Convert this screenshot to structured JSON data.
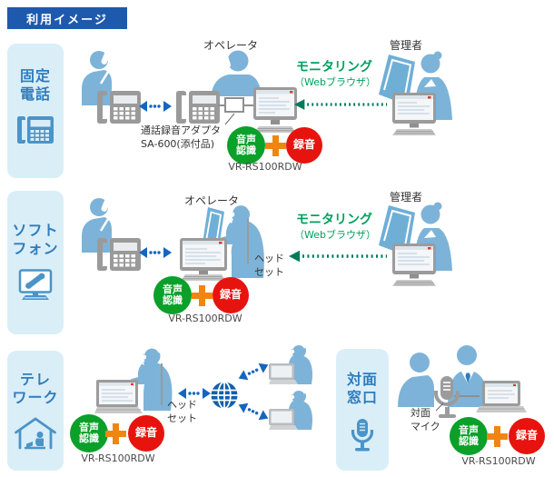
{
  "page": {
    "title_badge": "利用イメージ"
  },
  "categories": {
    "fixed_phone": {
      "line1": "固定",
      "line2": "電話",
      "icon": "desk-phone-icon"
    },
    "softphone": {
      "line1": "ソフト",
      "line2": "フォン",
      "icon": "softphone-monitor-icon"
    },
    "telework": {
      "line1": "テレ",
      "line2": "ワーク",
      "icon": "telework-house-icon"
    },
    "counter": {
      "line1": "対面",
      "line2": "窓口",
      "icon": "microphone-icon"
    }
  },
  "labels": {
    "operator": "オペレータ",
    "manager": "管理者",
    "monitoring": "モニタリング",
    "web_browser": "（Webブラウザ）",
    "adapter_line1": "通話録音アダプタ",
    "adapter_line2": "SA-600(添付品)",
    "headset_line1": "ヘッド",
    "headset_line2": "セット",
    "face_mic_line1": "対面",
    "face_mic_line2": "マイク",
    "model": "VR-RS100RDW"
  },
  "badges": {
    "voice_line1": "音声",
    "voice_line2": "認識",
    "record": "録音",
    "plus_icon": "plus-icon"
  },
  "colors": {
    "header_bg": "#1d5aad",
    "category_bg": "#daeef8",
    "category_text": "#2e7dbf",
    "silhouette_blue": "#7db3d8",
    "panel_blue": "#6fafd6",
    "device_gray": "#9b9b9b",
    "arrow_blue": "#1565c0",
    "globe_blue": "#1261ab",
    "monitoring_green": "#00a05b",
    "arrow_green": "#00795c",
    "badge_green": "#0aa029",
    "badge_red": "#e7130e",
    "plus_orange": "#f0860f"
  }
}
